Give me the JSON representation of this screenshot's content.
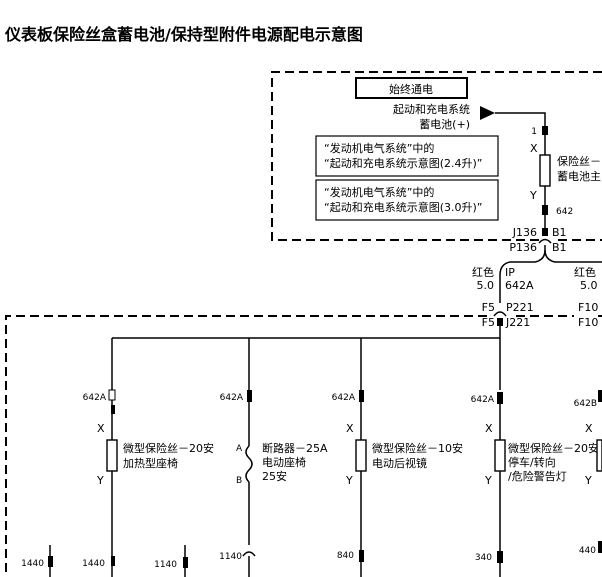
{
  "title": "仪表板保险丝盒蓄电池/保持型附件电源配电示意图",
  "always_hot": "始终通电",
  "battery": {
    "line1": "起动和充电系统",
    "line2": "蓄电池(+)"
  },
  "refs": [
    {
      "line1": "“发动机电气系统”中的",
      "line2": "“起动和充电系统示意图(2.4升)”"
    },
    {
      "line1": "“发动机电气系统”中的",
      "line2": "“起动和充电系统示意图(3.0升)”"
    }
  ],
  "main_fuse": {
    "pin_top": "1",
    "x": "X",
    "y": "Y",
    "line1": "保险丝－",
    "line2": "蓄电池主",
    "circuit": "642"
  },
  "connectors": {
    "j136": "J136",
    "p136": "P136",
    "b1a": "B1",
    "b1b": "B1"
  },
  "feed_left": {
    "color": "红色",
    "size": "5.0",
    "ip": "IP",
    "circuit": "642A"
  },
  "feed_right": {
    "color": "红色",
    "size": "5.0"
  },
  "f5": {
    "a": "F5",
    "b": "F5",
    "p": "P221",
    "j": "J221"
  },
  "f10": {
    "a": "F10",
    "b": "F10"
  },
  "branches": [
    {
      "in": "642A",
      "x": "X",
      "y": "Y",
      "line1": "微型保险丝－20安",
      "line2": "加热型座椅",
      "line3": "",
      "out": "1440"
    },
    {
      "in": "642A",
      "a": "A",
      "b": "B",
      "line1": "断路器－25A",
      "line2": "电动座椅",
      "line3": "25安",
      "out": "1140"
    },
    {
      "in": "642A",
      "x": "X",
      "y": "Y",
      "line1": "微型保险丝－10安",
      "line2": "电动后视镜",
      "line3": "",
      "out": "840"
    },
    {
      "in": "642A",
      "x": "X",
      "y": "Y",
      "line1": "微型保险丝－20安",
      "line2": "停车/转向",
      "line3": "/危险警告灯",
      "out": "340"
    },
    {
      "in": "642B",
      "x": "X",
      "y": "Y",
      "out": "440"
    }
  ],
  "lower_left": {
    "a": "1440",
    "b": "1140"
  }
}
